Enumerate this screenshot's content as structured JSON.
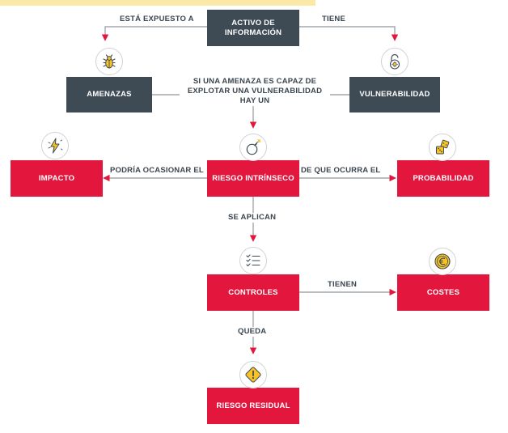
{
  "nodes": {
    "activo": "ACTIVO DE INFORMACIÓN",
    "amenazas": "AMENAZAS",
    "vulnerabilidad": "VULNERABILIDAD",
    "impacto": "IMPACTO",
    "riesgo_intrinseco": "RIESGO INTRÍNSECO",
    "probabilidad": "PROBABILIDAD",
    "controles": "CONTROLES",
    "costes": "COSTES",
    "riesgo_residual": "RIESGO RESIDUAL"
  },
  "edges": {
    "expuesto": "ESTÁ EXPUESTO A",
    "tiene": "TIENE",
    "si_amenaza": "SI UNA AMENAZA ES CAPAZ DE EXPLOTAR UNA VULNERABILIDAD HAY UN",
    "podria": "PODRÍA OCASIONAR EL",
    "de_que": "DE QUE OCURRA EL",
    "se_aplican": "SE APLICAN",
    "tienen": "TIENEN",
    "queda": "QUEDA"
  },
  "icons": {
    "amenazas": "bug-icon",
    "vulnerabilidad": "open-padlock-icon",
    "impacto": "lightning-icon",
    "riesgo_intrinseco": "bomb-icon",
    "probabilidad": "dice-icon",
    "controles": "checklist-icon",
    "costes": "euro-coin-icon",
    "riesgo_residual": "warning-icon"
  },
  "colors": {
    "dark_box": "#3f4b54",
    "red_box": "#e3173e",
    "arrow": "#e3173e",
    "line": "#8f989e",
    "icon_yellow": "#f7c325"
  }
}
